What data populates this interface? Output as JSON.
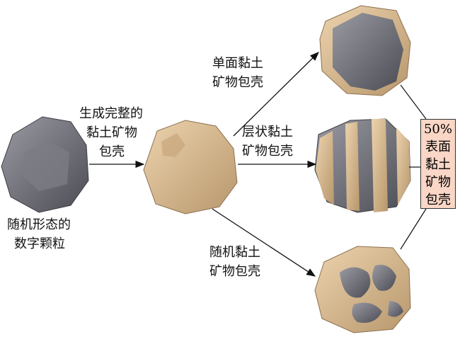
{
  "source_particle": {
    "line1": "随机形态的",
    "line2": "数字颗粒"
  },
  "generate_step": {
    "line1": "生成完整的",
    "line2": "黏土矿物",
    "line3": "包壳"
  },
  "branches": [
    {
      "line1": "单面黏土",
      "line2": "矿物包壳"
    },
    {
      "line1": "层状黏土",
      "line2": "矿物包壳"
    },
    {
      "line1": "随机黏土",
      "line2": "矿物包壳"
    }
  ],
  "result_box": {
    "line1": "50%",
    "line2": "表面",
    "line3": "黏土",
    "line4": "矿物",
    "line5": "包壳"
  },
  "colors": {
    "grey_particle": "#6e6e76",
    "clay": "#d9b98e",
    "box_fill": "#f9d6c6"
  }
}
